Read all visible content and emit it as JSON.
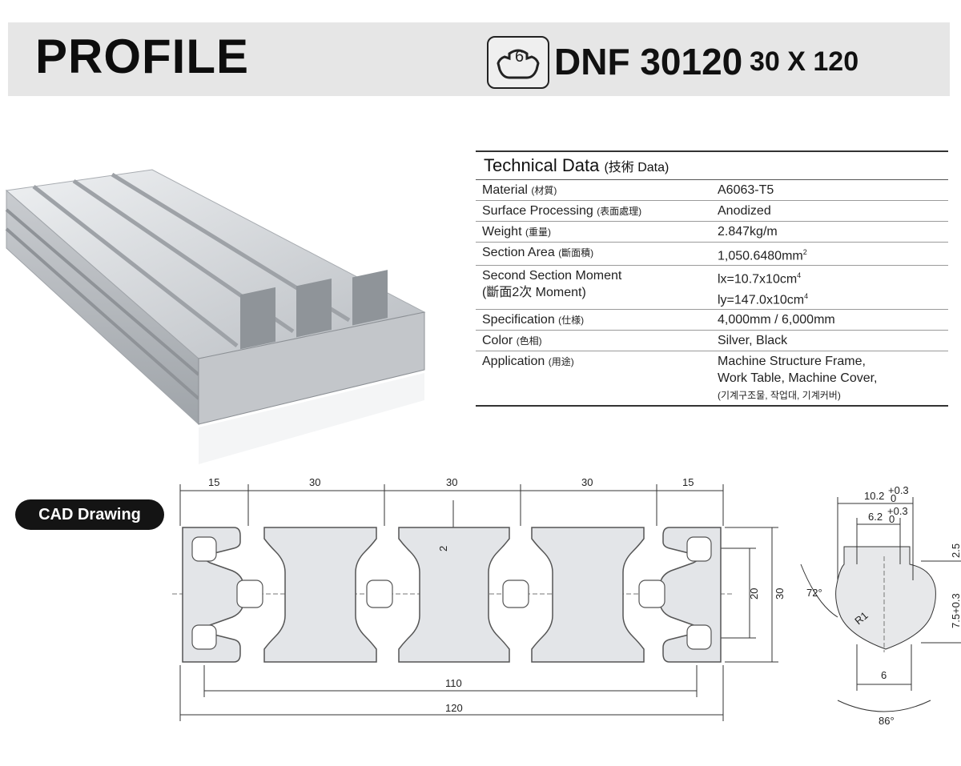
{
  "header": {
    "title": "PROFILE",
    "logo_digit": "6",
    "model": "DNF 30120",
    "size": "30 X 120"
  },
  "tech": {
    "title": "Technical Data",
    "title_sub": "(技術 Data)",
    "rows": [
      {
        "label": "Material",
        "label_sub": "(材質)",
        "value": "A6063-T5"
      },
      {
        "label": "Surface Processing",
        "label_sub": "(表面處理)",
        "value": "Anodized"
      },
      {
        "label": "Weight",
        "label_sub": "(重量)",
        "value": "2.847kg/m"
      },
      {
        "label": "Section Area",
        "label_sub": "(斷面積)",
        "value": "1,050.6480mm",
        "value_sup": "2"
      },
      {
        "label": "Second Section Moment",
        "label2": "(斷面2次 Moment)",
        "value": "lx=10.7x10cm",
        "value_sup": "4",
        "value2": "ly=147.0x10cm",
        "value2_sup": "4"
      },
      {
        "label": "Specification",
        "label_sub": "(仕様)",
        "value": "4,000mm / 6,000mm"
      },
      {
        "label": "Color",
        "label_sub": "(色相)",
        "value": "Silver, Black"
      },
      {
        "label": "Application",
        "label_sub": "(用途)",
        "value": "Machine Structure Frame,",
        "value2": "Work Table, Machine Cover,",
        "note": "(기계구조물, 작업대, 기계커버)"
      }
    ]
  },
  "cad_label": "CAD Drawing",
  "dims": {
    "top": [
      "15",
      "30",
      "30",
      "30",
      "15"
    ],
    "inner_gap": "2",
    "height_inner": "20",
    "height_outer": "30",
    "width_inner": "110",
    "width_outer": "120",
    "slot_top": "10.2",
    "slot_top_tol": "+0.3",
    "slot_top_tol2": "0",
    "slot_mid": "6.2",
    "slot_mid_tol": "+0.3",
    "slot_mid_tol2": "0",
    "slot_angle": "72°",
    "slot_radius": "R1",
    "slot_bottom": "6",
    "slot_angle_bottom": "86°",
    "slot_depth": "2.5",
    "slot_depth2": "7.5+0.3"
  },
  "colors": {
    "header_bg": "#e6e6e6",
    "pill_bg": "#141414",
    "profile": "#d8dadd"
  }
}
